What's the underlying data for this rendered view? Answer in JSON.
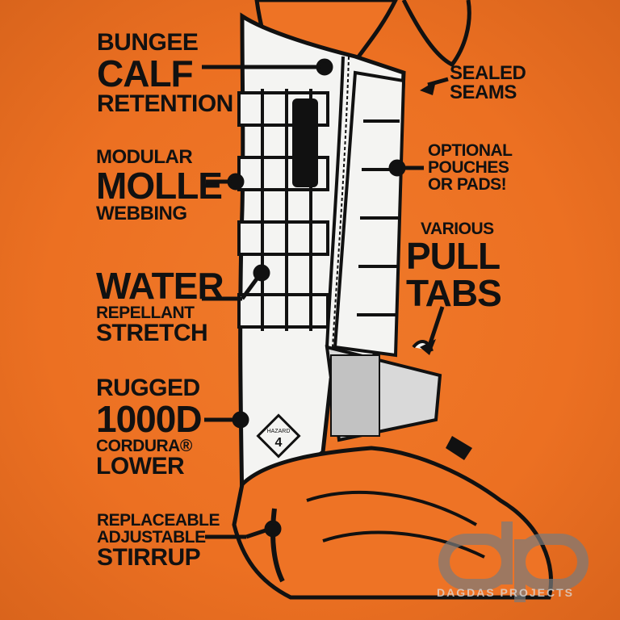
{
  "labels": {
    "bungee": [
      "BUNGEE",
      "CALF",
      "RETENTION"
    ],
    "molle": [
      "MODULAR",
      "MOLLE",
      "WEBBING"
    ],
    "water": [
      "WATER",
      "REPELLANT",
      "STRETCH"
    ],
    "rugged": [
      "RUGGED",
      "1000D",
      "CORDURA®",
      "LOWER"
    ],
    "stirrup": [
      "REPLACEABLE",
      "ADJUSTABLE",
      "STIRRUP"
    ],
    "seams": [
      "SEALED",
      "SEAMS"
    ],
    "pouches": [
      "OPTIONAL",
      "POUCHES",
      "OR PADS!"
    ],
    "tabs": [
      "VARIOUS",
      "PULL",
      "TABS"
    ]
  },
  "patch": {
    "brand": "HAZARD",
    "number": "4"
  },
  "watermark": {
    "logo": "dp",
    "text": "DAGDAS PROJECTS"
  },
  "colors": {
    "background": "#ee7325",
    "ink": "#111111",
    "gaiter": "#f4f4f2"
  }
}
